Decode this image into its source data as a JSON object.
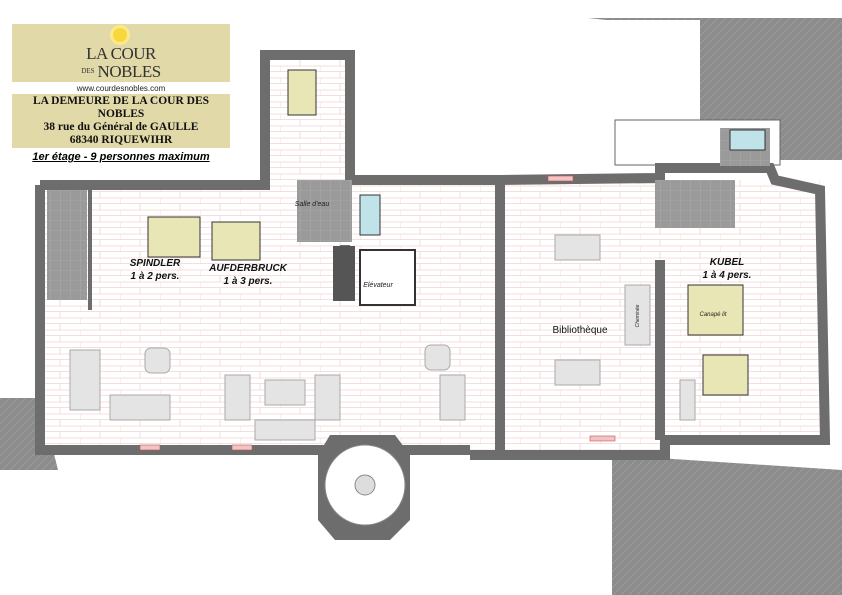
{
  "header": {
    "logo_text": "LA COUR DES NOBLES",
    "logo_line1": "LA COUR",
    "logo_line2": "NOBLES",
    "logo_des": "DES",
    "website": "www.courdesnobles.com",
    "property_name": "LA DEMEURE DE LA COUR DES NOBLES",
    "street": "38 rue du Général de GAULLE",
    "city": "68340 RIQUEWIHR",
    "floor_info": "1er étage - 9 personnes maximum"
  },
  "rooms": {
    "spindler": {
      "name": "SPINDLER",
      "capacity": "1 à 2 pers."
    },
    "aufderbruck": {
      "name": "AUFDERBRUCK",
      "capacity": "1 à 3 pers."
    },
    "kubel": {
      "name": "KUBEL",
      "capacity": "1 à 4 pers."
    },
    "bibliotheque": "Bibliothèque",
    "salle_deau": "Salle d'eau",
    "elevateur": "Elévateur",
    "canape_lit": "Canapé lit",
    "cheminee": "Cheminée"
  },
  "colors": {
    "wall": "#6d6d6d",
    "bed": "#e9e6b6",
    "neighbor": "#8c8c8c",
    "logo_bg": "#e2d9a9",
    "floor_lines": "#f1d3d3"
  }
}
